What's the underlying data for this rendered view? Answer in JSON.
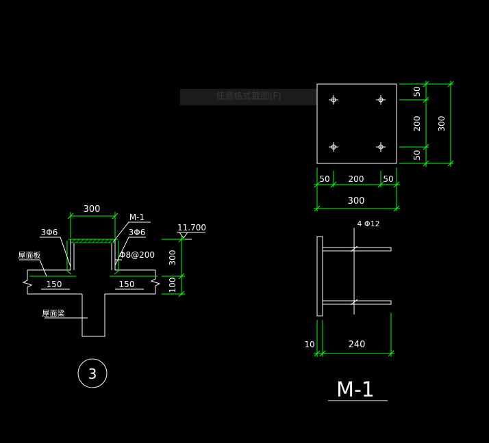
{
  "tooltip": "任意格式截图(F)",
  "colors": {
    "background": "#000000",
    "outline": "#ffffff",
    "dimension": "#00ff00",
    "hatch": "#00c000"
  },
  "detail3": {
    "dims": {
      "top": "300",
      "left_inner": "150",
      "right_inner": "150",
      "height_upper": "300",
      "height_lower": "100"
    },
    "labels": {
      "rebar_left": "3Φ6",
      "rebar_right": "3Φ6",
      "plate": "M-1",
      "stirrup": "Φ8@200",
      "elevation": "11.700",
      "roof_slab": "屋面板",
      "roof_beam": "屋面梁"
    },
    "marker": "3"
  },
  "plate_plan": {
    "dims": {
      "top_gap": "50",
      "mid_gap": "200",
      "bottom_gap": "50",
      "total": "300",
      "h_left": "50",
      "h_mid": "200",
      "h_right": "50",
      "h_total": "300"
    }
  },
  "plate_side": {
    "anchor_label": "4 Φ12",
    "thickness": "10",
    "anchor_length": "240"
  },
  "title": "M-1"
}
